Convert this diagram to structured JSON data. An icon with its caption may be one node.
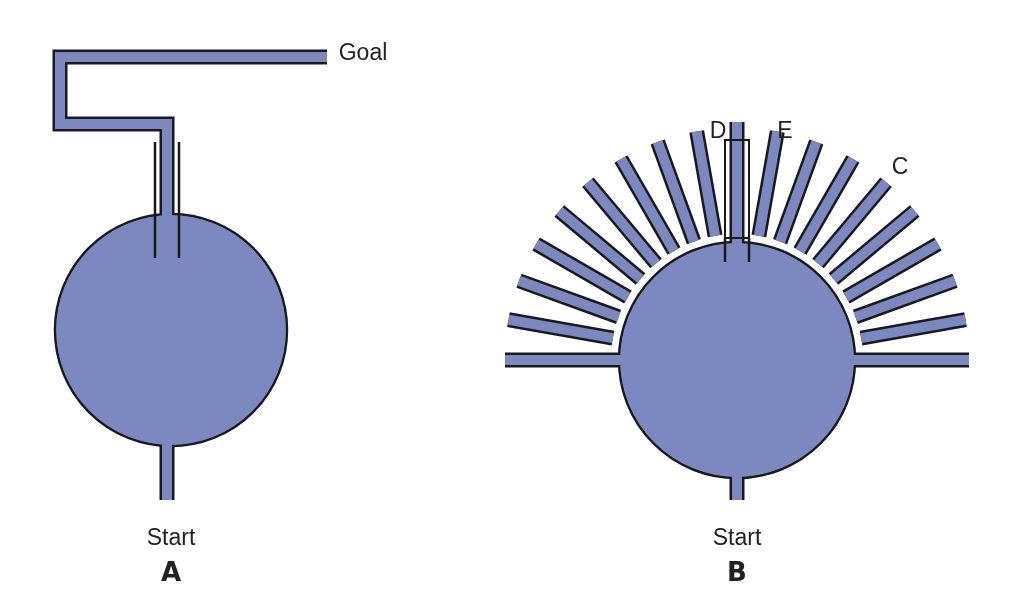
{
  "diagram": {
    "labels": [
      "Goal",
      "D",
      "E",
      "C",
      "Start",
      "A",
      "Start",
      "B"
    ]
  }
}
